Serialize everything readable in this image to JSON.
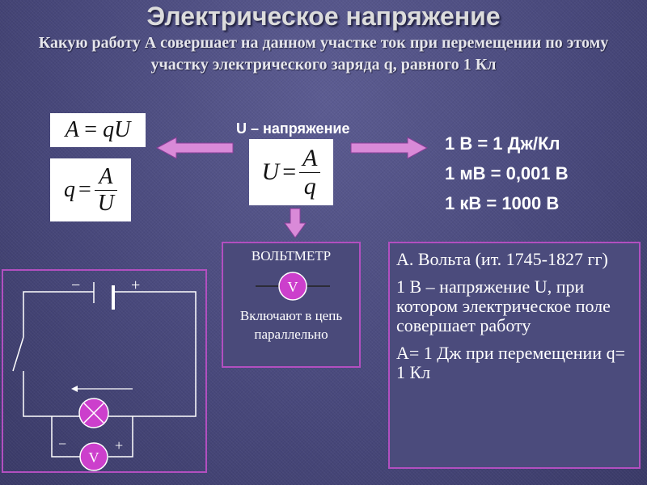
{
  "title": "Электрическое напряжение",
  "question": "Какую работу А совершает на данном участке ток при перемещении по этому участку электрического заряда q, равного 1 Кл",
  "formula_work": {
    "lhs": "A",
    "eq": "=",
    "rhs": "qU"
  },
  "formula_charge": {
    "lhs": "q",
    "eq": "=",
    "num": "A",
    "den": "U"
  },
  "voltage_label": "U – напряжение",
  "formula_voltage": {
    "lhs": "U",
    "eq": "=",
    "num": "A",
    "den": "q"
  },
  "units": [
    "1 В = 1 Дж/Кл",
    "1 мВ = 0,001 В",
    "1 кВ = 1000 В"
  ],
  "voltmeter": {
    "title": "ВОЛЬТМЕТР",
    "symbol": "V",
    "description": "Включают в цепь параллельно"
  },
  "volta": [
    "А. Вольта (ит. 1745-1827 гг)",
    "1 В – напряжение U, при котором электрическое поле совершает работу",
    "А= 1 Дж при перемещении q= 1 Кл"
  ],
  "circuit": {
    "battery_minus": "−",
    "battery_plus": "+",
    "voltmeter_symbol": "V",
    "voltmeter_minus": "−",
    "voltmeter_plus": "+"
  },
  "colors": {
    "accent_border": "#b24fc0",
    "formula_bg": "#ffffff",
    "arrow_fill": "#d98ad8",
    "lamp_fill": "#cc3fcc"
  }
}
